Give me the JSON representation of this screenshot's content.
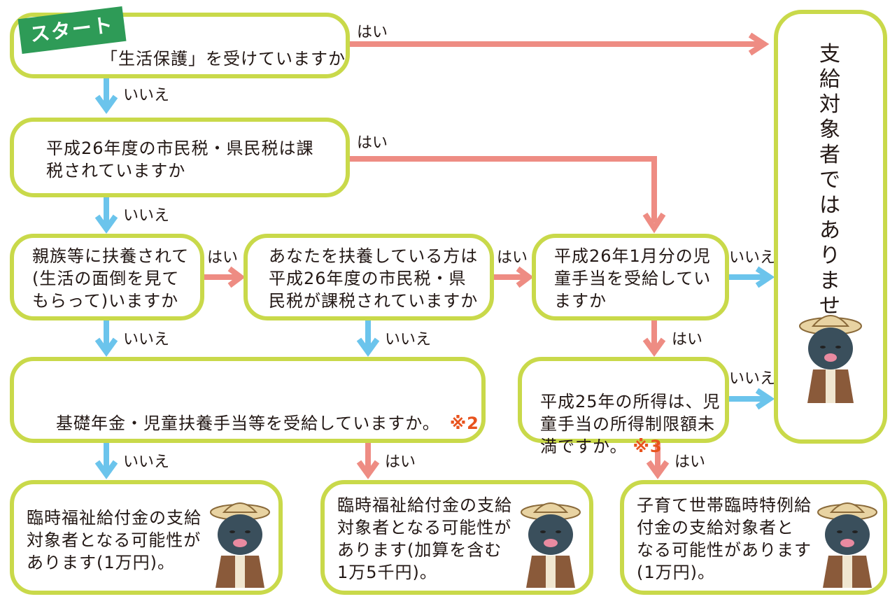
{
  "start_label": "スタート",
  "nodes": {
    "q1": "「生活保護」を受けていますか",
    "q2": "平成26年度の市民税・県民税は課\n税されていますか",
    "q3": "親族等に扶養されて\n(生活の面倒を見て\nもらって)いますか",
    "q4": "あなたを扶養している方は\n平成26年度の市民税・県\n民税が課税されていますか",
    "q5": "平成26年1月分の児\n童手当を受給してい\nますか",
    "q6": "基礎年金・児童扶養手当等を受給していますか。",
    "q6_note": "※2",
    "q7": "平成25年の所得は、児\n童手当の所得制限額未\n満ですか。",
    "q7_note": "※3",
    "r1": "臨時福祉給付金の支給\n対象者となる可能性が\nあります(1万円)。",
    "r2": "臨時福祉給付金の支給\n対象者となる可能性が\nあります(加算を含む\n1万5千円)。",
    "r3": "子育て世帯臨時特例給\n付金の支給対象者と\nなる可能性があります\n(1万円)。",
    "not_eligible": "支\n給\n対\n象\n者\nで\nは\nあ\nり\nま\nせ\nん"
  },
  "edge_labels": {
    "yes": "はい",
    "no": "いいえ"
  },
  "colors": {
    "box_border": "#c9d94a",
    "yes_arrow": "#ee8c83",
    "no_arrow": "#6bc4ec",
    "start_badge": "#2e9b57",
    "note": "#e8531d"
  },
  "icons": [
    "mascot-character"
  ]
}
